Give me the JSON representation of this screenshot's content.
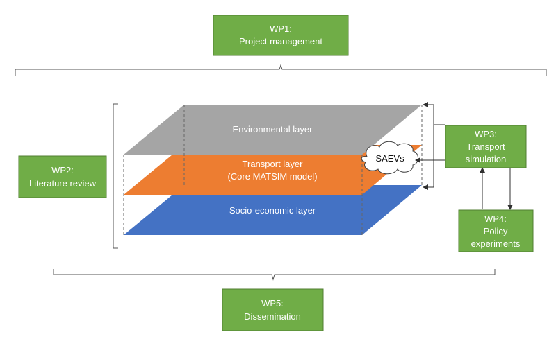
{
  "diagram": {
    "boxes": {
      "wp1": {
        "line1": "WP1:",
        "line2": "Project management"
      },
      "wp2": {
        "line1": "WP2:",
        "line2": "Literature review"
      },
      "wp3": {
        "line1": "WP3:",
        "line2": "Transport",
        "line3": "simulation"
      },
      "wp4": {
        "line1": "WP4:",
        "line2": "Policy",
        "line3": "experiments"
      },
      "wp5": {
        "line1": "WP5:",
        "line2": "Dissemination"
      }
    },
    "layers": {
      "environmental": {
        "label": "Environmental layer"
      },
      "transport": {
        "line1": "Transport layer",
        "line2": "(Core MATSIM model)"
      },
      "socio_economic": {
        "label": "Socio-economic layer"
      }
    },
    "cloud": {
      "label": "SAEVs"
    },
    "colors": {
      "box_fill": "#70ad47",
      "box_border": "#507e32",
      "environmental_layer": "#a5a5a5",
      "transport_layer": "#ed7d31",
      "socio_economic_layer": "#4472c4",
      "line": "#404040"
    }
  }
}
